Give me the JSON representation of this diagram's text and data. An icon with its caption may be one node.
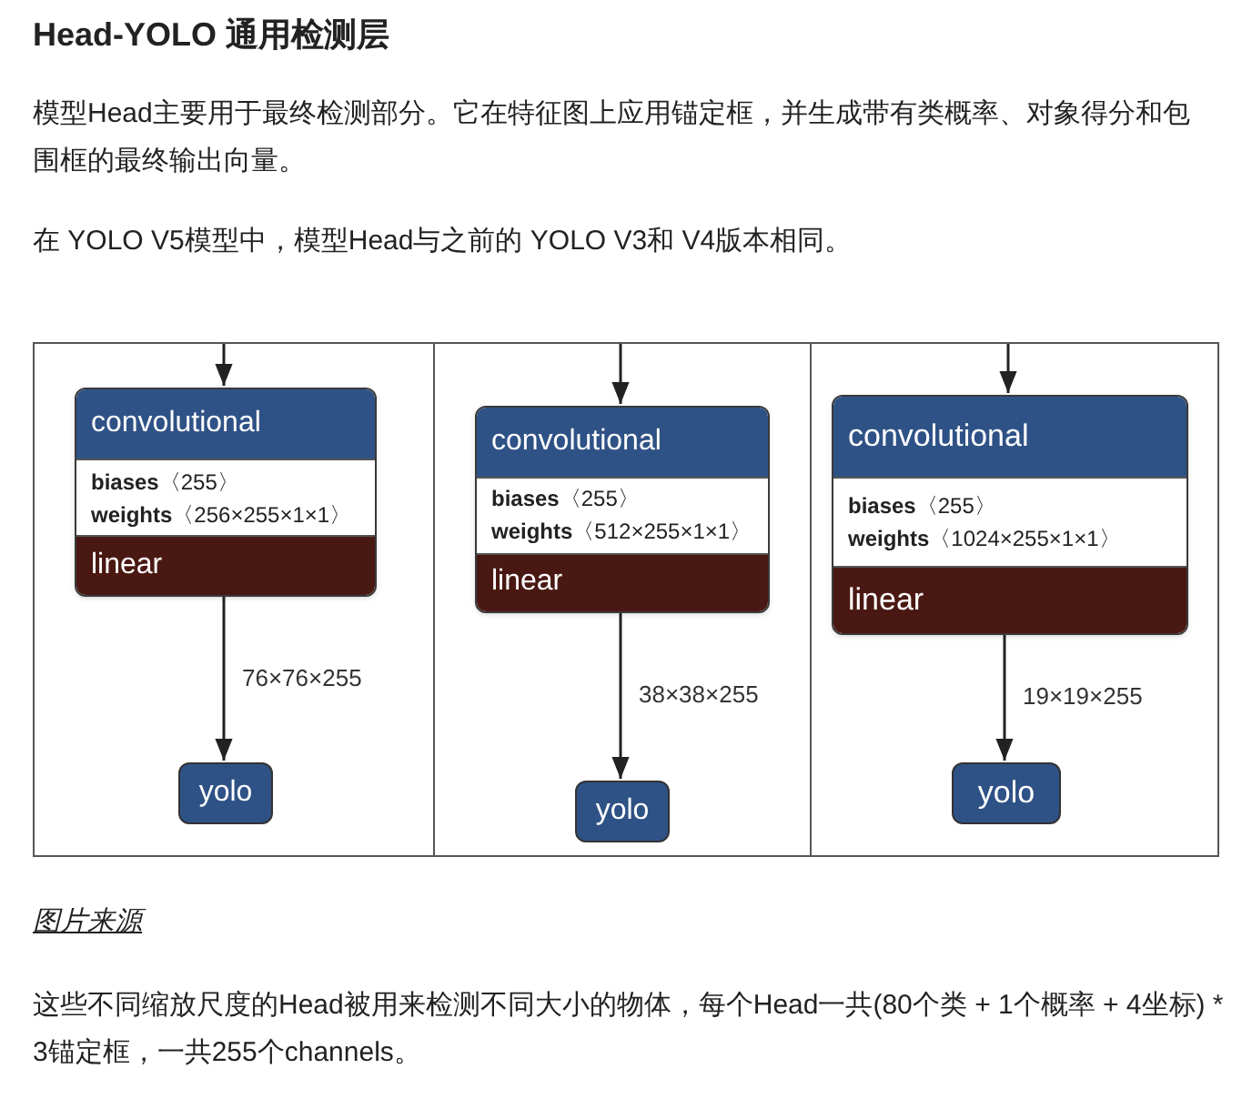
{
  "diagram": {
    "title": "Head-YOLO 通用检测层",
    "nodes": [
      {
        "text": [],
        "shape": "box"
      },
      {
        "text": [
          "convolutional",
          "**biases**〈255〉",
          "**weights**〈256×255×1×1〉",
          "linear"
        ],
        "in": 0
      },
      {
        "text": [
          "yolo"
        ],
        "in": 0
      },
      {
        "text": [],
        "shape": "box"
      },
      {
        "text": [
          "convolutional",
          "**biases**〈255〉",
          "**weights**〈512×255×1×1〉",
          "linear"
        ],
        "in": 3
      },
      {
        "text": [
          "yolo"
        ],
        "in": 3
      },
      {
        "text": [],
        "shape": "box"
      },
      {
        "text": [
          "convolutional",
          "**biases**〈255〉",
          "**weights**〈1024×255×1×1〉",
          "linear"
        ],
        "in": 6
      },
      {
        "text": [
          "yolo"
        ],
        "in": 6
      }
    ],
    "edges": [
      {
        "from": null,
        "to": 1,
        "arrow": "to"
      },
      {
        "from": 1,
        "to": 2,
        "arrow": "to",
        "label": "76×76×255"
      },
      {
        "from": null,
        "to": 4,
        "arrow": "to"
      },
      {
        "from": 4,
        "to": 5,
        "arrow": "to",
        "label": "38×38×255"
      },
      {
        "from": null,
        "to": 7,
        "arrow": "to"
      },
      {
        "from": 7,
        "to": 8,
        "arrow": "to",
        "label": "19×19×255"
      }
    ],
    "labels": [
      "模型Head主要用于最终检测部分。它在特征图上应用锚定框，并生成带有类概率、对象得分和包围框的最终输出向量。",
      "在 YOLO V5模型中，模型Head与之前的 YOLO V3和 V4版本相同。",
      "图片来源",
      "这些不同缩放尺度的Head被用来检测不同大小的物体，每个Head一共(80个类 + 1个概率 + 4坐标) * 3锚定框，一共255个channels。"
    ]
  }
}
